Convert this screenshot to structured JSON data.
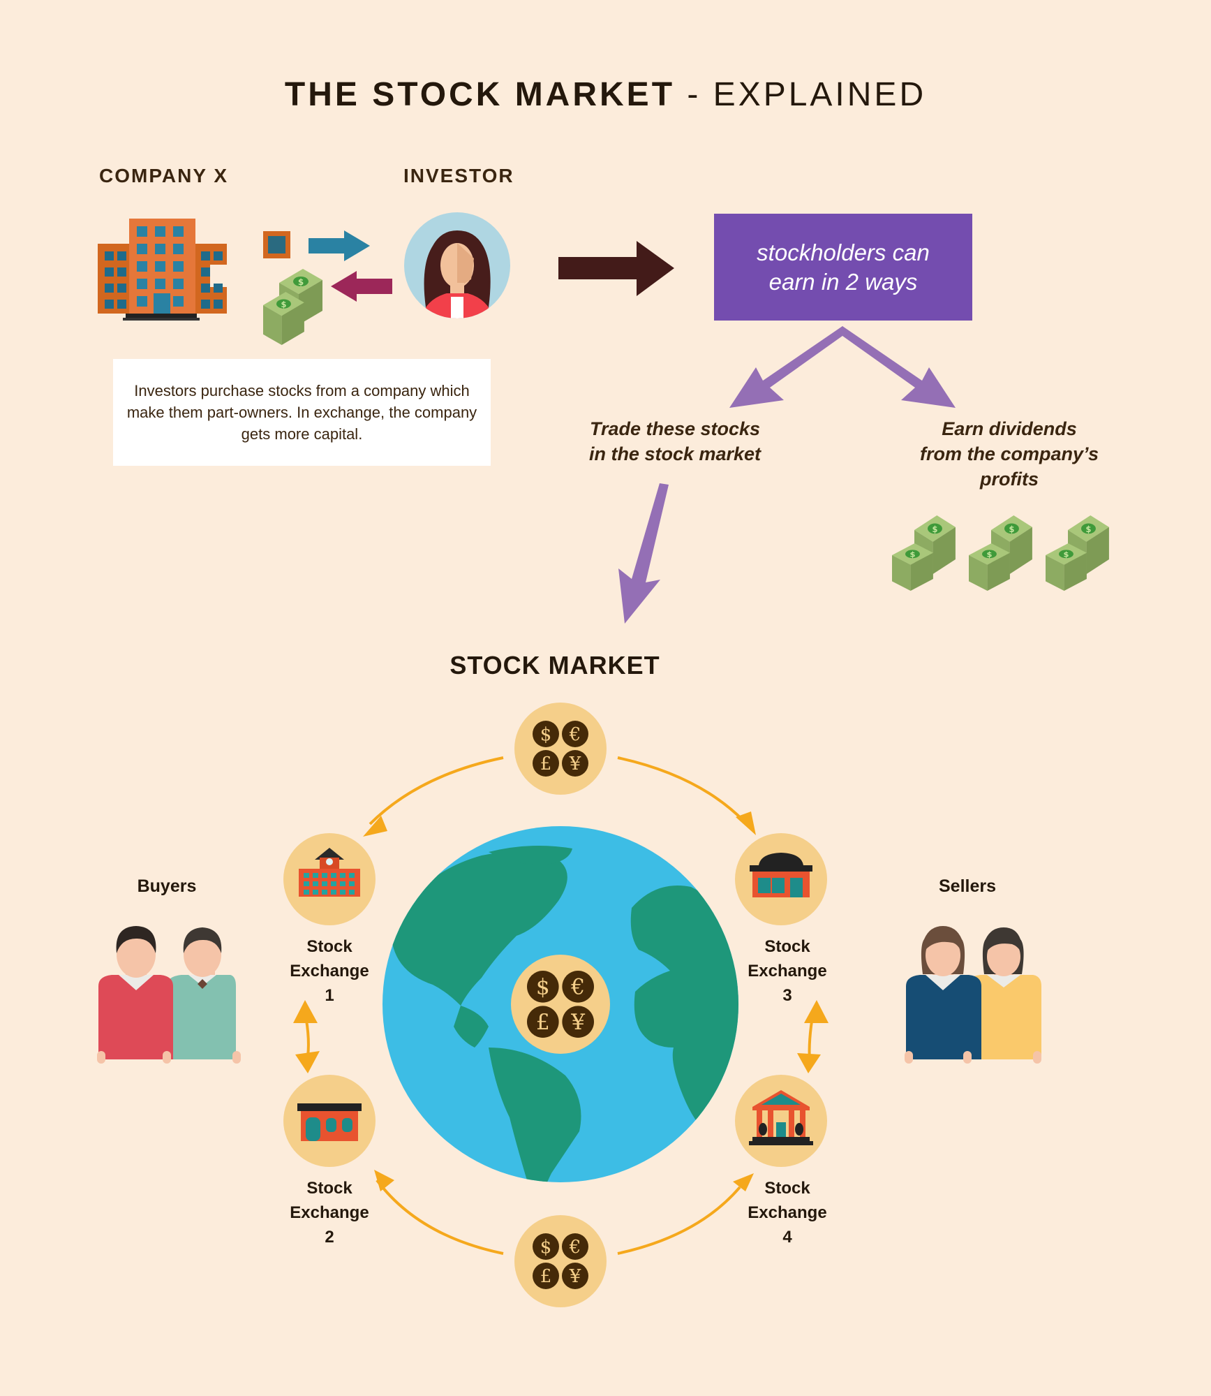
{
  "title": {
    "bold": "THE STOCK MARKET",
    "light": " - EXPLAINED"
  },
  "top": {
    "company_label": "COMPANY X",
    "investor_label": "INVESTOR",
    "info_text": "Investors purchase stocks from a company which make them part-owners. In exchange, the company gets more capital.",
    "purple_box": {
      "line1": "stockholders can",
      "line2": "earn in 2 ways"
    },
    "ways": [
      {
        "line1": "Trade these stocks",
        "line2": "in the stock market"
      },
      {
        "line1": "Earn dividends",
        "line2": "from the company’s",
        "line3": "profits"
      }
    ]
  },
  "market": {
    "title": "STOCK MARKET",
    "buyers_label": "Buyers",
    "sellers_label": "Sellers",
    "exchanges": [
      {
        "line1": "Stock",
        "line2": "Exchange",
        "number": "1"
      },
      {
        "line1": "Stock",
        "line2": "Exchange",
        "number": "2"
      },
      {
        "line1": "Stock",
        "line2": "Exchange",
        "number": "3"
      },
      {
        "line1": "Stock",
        "line2": "Exchange",
        "number": "4"
      }
    ],
    "currency_symbols": [
      "$",
      "€",
      "£",
      "¥"
    ]
  },
  "colors": {
    "background": "#fcecdb",
    "purple": "#744daf",
    "arrow_purple": "#946fb5",
    "orange_arrow": "#f5a81c",
    "coin_circle": "#f5cf8a",
    "globe_ocean": "#3dbde5",
    "globe_land": "#1e977a",
    "dark_arrow": "#431b19",
    "teal_arrow": "#2a82a3",
    "magenta_arrow": "#9c2759"
  }
}
